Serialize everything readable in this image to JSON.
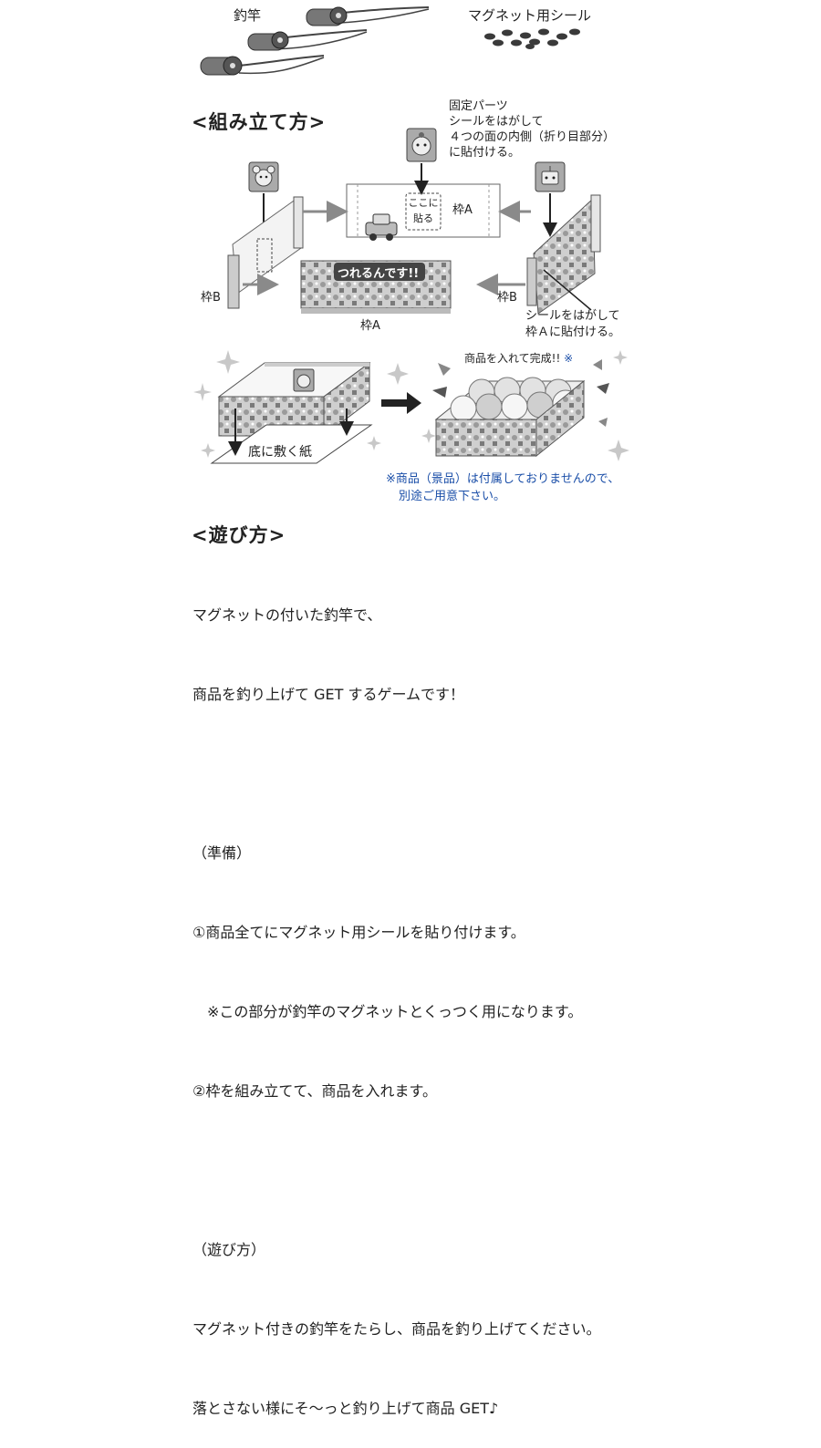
{
  "parts": {
    "rod_label": "釣竿",
    "sticker_label": "マグネット用シール"
  },
  "assembly": {
    "heading": "<組み立て方>",
    "fixing_parts_title": "固定パーツ",
    "fixing_parts_lines": [
      "シールをはがして",
      "４つの面の内側（折り目部分）",
      "に貼付ける。"
    ],
    "stick_here_lines": [
      "ここに",
      "貼る"
    ],
    "frame_a_top": "枠A",
    "frame_a_bottom": "枠A",
    "frame_b_left": "枠B",
    "frame_b_right": "枠B",
    "right_note_lines": [
      "シールをはがして",
      "枠Ａに貼付ける。"
    ],
    "banner_text": "つれるんです!!",
    "complete_label": "商品を入れて完成!!",
    "asterisk": "※",
    "bottom_paper_label": "底に敷く紙",
    "note_lines": [
      "※商品（景品）は付属しておりませんので、",
      "別途ご用意下さい。"
    ]
  },
  "howto": {
    "heading": "<遊び方>",
    "lines": [
      "マグネットの付いた釣竿で、",
      "商品を釣り上げて GET するゲームです！",
      "",
      "（準備）",
      "①商品全てにマグネット用シールを貼り付けます。",
      "　※この部分が釣竿のマグネットとくっつく用になります。",
      "②枠を組み立てて、商品を入れます。",
      "",
      "（遊び方）",
      "マグネット付きの釣竿をたらし、商品を釣り上げてください。",
      "落とさない様にそ〜っと釣り上げて商品 GET♪"
    ]
  },
  "colors": {
    "text": "#222222",
    "note_blue": "#1a4ea8",
    "arrow_gray": "#8a8a8a",
    "panel_gray": "#d8d8d8"
  }
}
